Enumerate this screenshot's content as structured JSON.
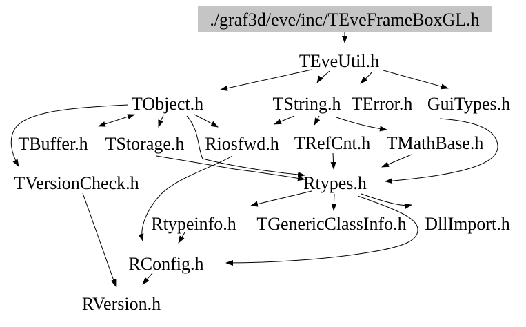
{
  "diagram": {
    "type": "include-dependency-graph",
    "root_fill": "#c5c5c5",
    "edge_color": "#000000",
    "text_color": "#000000",
    "nodes": [
      {
        "id": "framebox",
        "label": "./graf3d/eve/inc/TEveFrameBoxGL.h",
        "highlighted": true
      },
      {
        "id": "teveutil",
        "label": "TEveUtil.h"
      },
      {
        "id": "tobject",
        "label": "TObject.h"
      },
      {
        "id": "tstring",
        "label": "TString.h"
      },
      {
        "id": "terror",
        "label": "TError.h"
      },
      {
        "id": "guitypes",
        "label": "GuiTypes.h"
      },
      {
        "id": "tbuffer",
        "label": "TBuffer.h"
      },
      {
        "id": "tstorage",
        "label": "TStorage.h"
      },
      {
        "id": "riosfwd",
        "label": "Riosfwd.h"
      },
      {
        "id": "trefcnt",
        "label": "TRefCnt.h"
      },
      {
        "id": "tmathbase",
        "label": "TMathBase.h"
      },
      {
        "id": "tversioncheck",
        "label": "TVersionCheck.h"
      },
      {
        "id": "rtypes",
        "label": "Rtypes.h"
      },
      {
        "id": "rtypeinfo",
        "label": "Rtypeinfo.h"
      },
      {
        "id": "tgenericclassinfo",
        "label": "TGenericClassInfo.h"
      },
      {
        "id": "dllimport",
        "label": "DllImport.h"
      },
      {
        "id": "rconfig",
        "label": "RConfig.h"
      },
      {
        "id": "rversion",
        "label": "RVersion.h"
      }
    ],
    "edges": [
      {
        "from": "framebox",
        "to": "teveutil"
      },
      {
        "from": "teveutil",
        "to": "tobject"
      },
      {
        "from": "teveutil",
        "to": "tstring"
      },
      {
        "from": "teveutil",
        "to": "terror"
      },
      {
        "from": "teveutil",
        "to": "guitypes"
      },
      {
        "from": "tobject",
        "to": "tbuffer"
      },
      {
        "from": "tbuffer",
        "to": "tobject"
      },
      {
        "from": "tobject",
        "to": "tstorage"
      },
      {
        "from": "tobject",
        "to": "riosfwd"
      },
      {
        "from": "tobject",
        "to": "tversioncheck"
      },
      {
        "from": "tobject",
        "to": "rtypes"
      },
      {
        "from": "tstorage",
        "to": "rtypes"
      },
      {
        "from": "riosfwd",
        "to": "rconfig"
      },
      {
        "from": "tstring",
        "to": "riosfwd"
      },
      {
        "from": "tstring",
        "to": "trefcnt"
      },
      {
        "from": "tstring",
        "to": "tmathbase"
      },
      {
        "from": "trefcnt",
        "to": "rtypes"
      },
      {
        "from": "tmathbase",
        "to": "rtypes"
      },
      {
        "from": "guitypes",
        "to": "rtypes"
      },
      {
        "from": "rtypes",
        "to": "rtypeinfo"
      },
      {
        "from": "rtypes",
        "to": "tgenericclassinfo"
      },
      {
        "from": "rtypes",
        "to": "dllimport"
      },
      {
        "from": "rtypes",
        "to": "rconfig"
      },
      {
        "from": "rtypeinfo",
        "to": "rconfig"
      },
      {
        "from": "tversioncheck",
        "to": "rversion"
      },
      {
        "from": "rconfig",
        "to": "rversion"
      }
    ]
  }
}
